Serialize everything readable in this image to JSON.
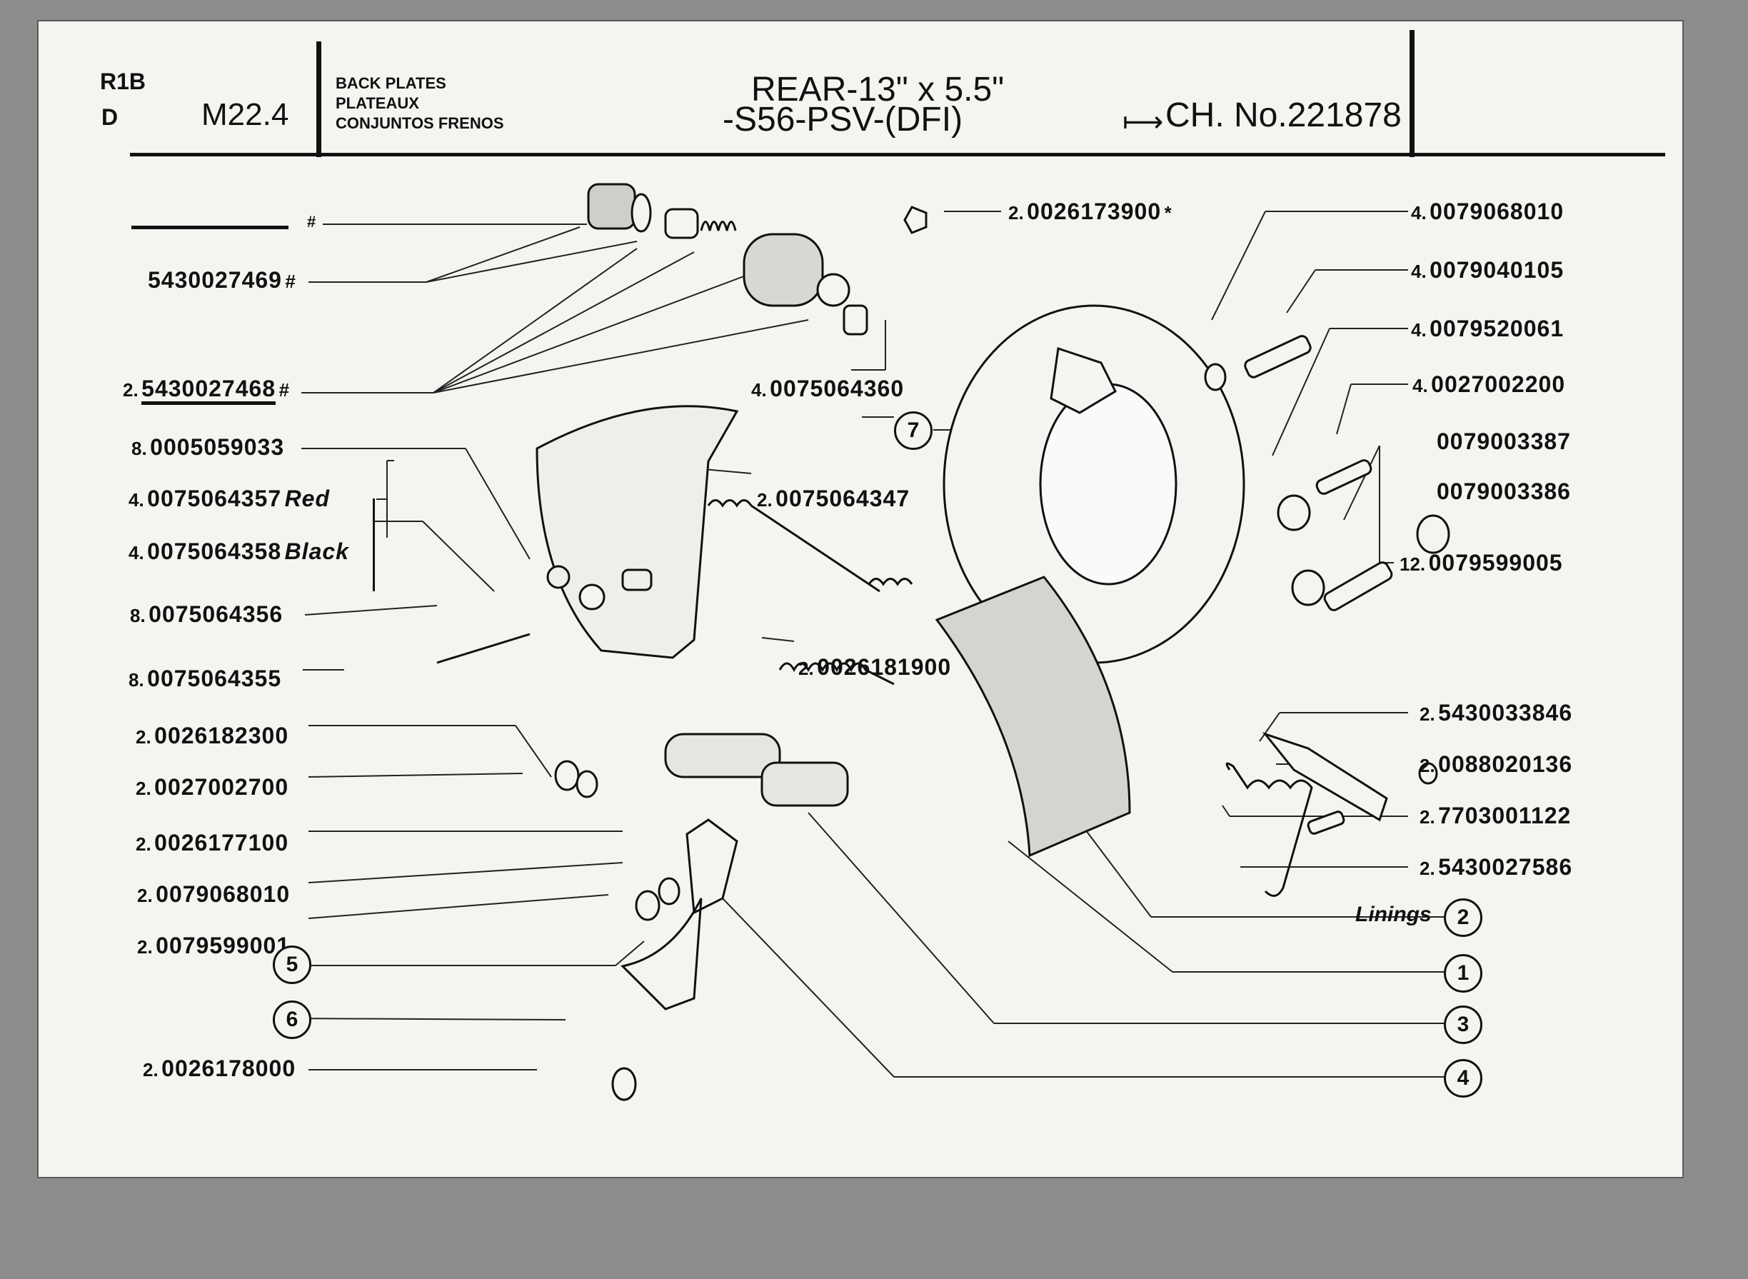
{
  "header": {
    "code_top": "R1B",
    "code_bottom": "D",
    "section": "M22.4",
    "names": [
      "BACK PLATES",
      "PLATEAUX",
      "CONJUNTOS FRENOS"
    ],
    "title_line1": "REAR-13\" x 5.5\"",
    "title_line2": "-S56-PSV-(DFI)",
    "chassis_prefix": "⟼",
    "chassis": "CH. No.221878"
  },
  "left_labels": [
    {
      "qty": "",
      "code": "",
      "mark": "#",
      "note": ""
    },
    {
      "qty": "",
      "code": "5430027469",
      "mark": "#",
      "note": ""
    },
    {
      "qty": "2.",
      "code": "5430027468",
      "mark": "#",
      "note": ""
    },
    {
      "qty": "8.",
      "code": "0005059033",
      "mark": "",
      "note": ""
    },
    {
      "qty": "4.",
      "code": "0075064357",
      "mark": "",
      "note": "Red"
    },
    {
      "qty": "4.",
      "code": "0075064358",
      "mark": "",
      "note": "Black"
    },
    {
      "qty": "8.",
      "code": "0075064356",
      "mark": "",
      "note": ""
    },
    {
      "qty": "8.",
      "code": "0075064355",
      "mark": "",
      "note": ""
    },
    {
      "qty": "2.",
      "code": "0026182300",
      "mark": "",
      "note": ""
    },
    {
      "qty": "2.",
      "code": "0027002700",
      "mark": "",
      "note": ""
    },
    {
      "qty": "2.",
      "code": "0026177100",
      "mark": "",
      "note": ""
    },
    {
      "qty": "2.",
      "code": "0079068010",
      "mark": "",
      "note": ""
    },
    {
      "qty": "2.",
      "code": "0079599001",
      "mark": "",
      "note": ""
    },
    {
      "qty": "2.",
      "code": "0026178000",
      "mark": "",
      "note": ""
    }
  ],
  "center_labels": [
    {
      "qty": "2.",
      "code": "0026173900",
      "mark": "*"
    },
    {
      "qty": "4.",
      "code": "0075064360",
      "mark": ""
    },
    {
      "qty": "2.",
      "code": "0075064347",
      "mark": ""
    },
    {
      "qty": "2.",
      "code": "0026181900",
      "mark": ""
    }
  ],
  "right_labels": [
    {
      "qty": "4.",
      "code": "0079068010"
    },
    {
      "qty": "4.",
      "code": "0079040105"
    },
    {
      "qty": "4.",
      "code": "0079520061"
    },
    {
      "qty": "4.",
      "code": "0027002200"
    },
    {
      "qty": "",
      "code": "0079003387"
    },
    {
      "qty": "",
      "code": "0079003386"
    },
    {
      "qty": "12.",
      "code": "0079599005"
    },
    {
      "qty": "2.",
      "code": "5430033846"
    },
    {
      "qty": "2.",
      "code": "0088020136"
    },
    {
      "qty": "2.",
      "code": "7703001122"
    },
    {
      "qty": "2.",
      "code": "5430027586"
    }
  ],
  "linings_label": "Linings",
  "callouts": [
    "1",
    "2",
    "3",
    "4",
    "5",
    "6",
    "7"
  ]
}
